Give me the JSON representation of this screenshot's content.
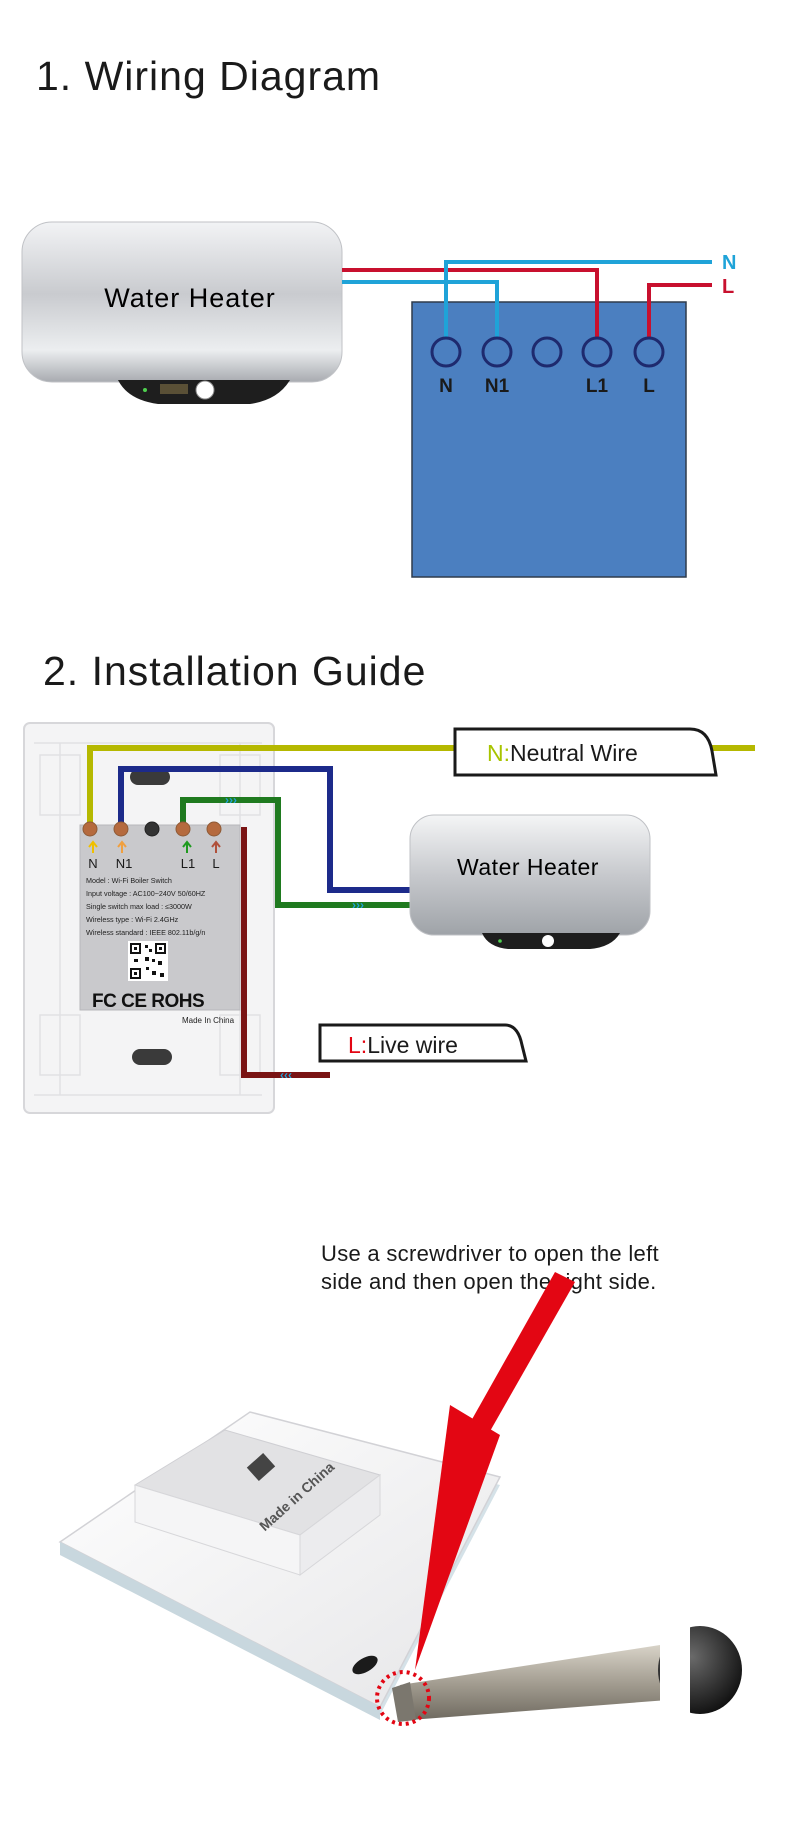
{
  "section1": {
    "title": "1. Wiring Diagram",
    "heater_label": "Water  Heater",
    "line_labels": {
      "n": "N",
      "l": "L"
    },
    "terminals": [
      "N",
      "N1",
      "",
      "L1",
      "L"
    ]
  },
  "section2": {
    "title": "2. Installation Guide",
    "neutral_prefix": "N:",
    "neutral_text": "Neutral Wire",
    "live_prefix": "L:",
    "live_text": "Live wire",
    "heater_label": "Water Heater",
    "terminals": [
      "N",
      "N1",
      "L1",
      "L"
    ],
    "spec_lines": [
      "Model : Wi-Fi Boiler Switch",
      "Input voltage : AC100~240V  50/60HZ",
      "Single switch max load :  ≤3000W",
      "Wireless type : Wi-Fi 2.4GHz",
      "Wireless standard : IEEE 802.11b/g/n"
    ],
    "cert_marks": "FC CE ROHS",
    "made_in": "Made In China"
  },
  "section3": {
    "callout_line1": "Use a screwdriver to open the left",
    "callout_line2": "side and then open the right side.",
    "device_made_in": "Made in China"
  },
  "colors": {
    "neutral_wire": "#1fa3d8",
    "live_wire": "#c8102e",
    "panel_blue": "#4b7fc0",
    "yellow_wire": "#b5b800",
    "dark_blue_wire": "#1c2a8a",
    "green_wire": "#1f7a1f",
    "dark_red_wire": "#7a1414",
    "arrow_red": "#e30613"
  }
}
